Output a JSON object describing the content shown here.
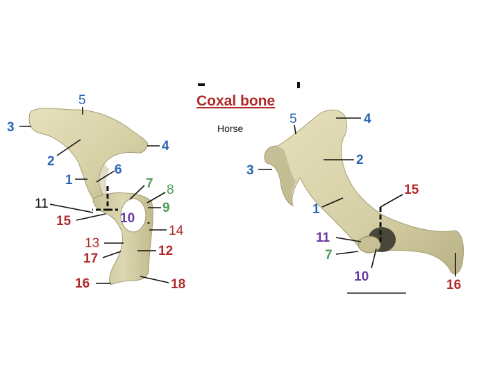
{
  "title": "Coxal bone",
  "species": "Horse",
  "colors": {
    "red": "#b02a2a",
    "blue": "#2a64b5",
    "green": "#4f9a55",
    "purple": "#6a3a9e",
    "black": "#111111",
    "bone": "#d8d2ab",
    "bone_shade": "#bdb68c"
  },
  "labels_left": [
    {
      "text": "5",
      "color": "blue",
      "bold": false
    },
    {
      "text": "3",
      "color": "blue",
      "bold": true
    },
    {
      "text": "4",
      "color": "blue",
      "bold": true
    },
    {
      "text": "2",
      "color": "blue",
      "bold": true
    },
    {
      "text": "6",
      "color": "blue",
      "bold": true
    },
    {
      "text": "1",
      "color": "blue",
      "bold": true
    },
    {
      "text": "7",
      "color": "green",
      "bold": true
    },
    {
      "text": "8",
      "color": "green",
      "bold": false
    },
    {
      "text": "9",
      "color": "green",
      "bold": true
    },
    {
      "text": "11",
      "color": "black",
      "bold": false
    },
    {
      "text": "15",
      "color": "red",
      "bold": true
    },
    {
      "text": "10",
      "color": "purple",
      "bold": true
    },
    {
      "text": "14",
      "color": "red",
      "bold": false
    },
    {
      "text": "13",
      "color": "red",
      "bold": false
    },
    {
      "text": "12",
      "color": "red",
      "bold": true
    },
    {
      "text": "17",
      "color": "red",
      "bold": true
    },
    {
      "text": "16",
      "color": "red",
      "bold": true
    },
    {
      "text": "18",
      "color": "red",
      "bold": true
    }
  ],
  "labels_right": [
    {
      "text": "5",
      "color": "blue",
      "bold": false
    },
    {
      "text": "4",
      "color": "blue",
      "bold": true
    },
    {
      "text": "2",
      "color": "blue",
      "bold": true
    },
    {
      "text": "3",
      "color": "blue",
      "bold": true
    },
    {
      "text": "15",
      "color": "red",
      "bold": true
    },
    {
      "text": "1",
      "color": "blue",
      "bold": true
    },
    {
      "text": "11",
      "color": "purple",
      "bold": true
    },
    {
      "text": "7",
      "color": "green",
      "bold": true
    },
    {
      "text": "10",
      "color": "purple",
      "bold": true
    },
    {
      "text": "16",
      "color": "red",
      "bold": true
    }
  ]
}
